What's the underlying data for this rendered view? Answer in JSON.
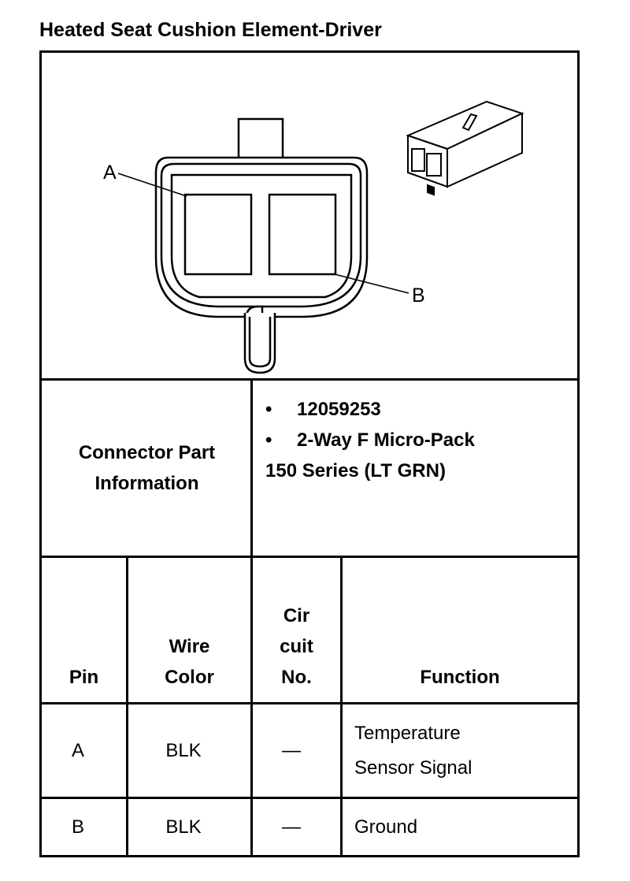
{
  "title": "Heated Seat Cushion Element-Driver",
  "diagram": {
    "callout_a": "A",
    "callout_b": "B"
  },
  "connector_info": {
    "label_line1": "Connector Part",
    "label_line2": "Information",
    "part_number": "12059253",
    "description_line1": "2-Way F Micro-Pack",
    "description_line2": "150 Series (LT GRN)",
    "bullet": "•"
  },
  "table": {
    "headers": {
      "pin": "Pin",
      "wire_color_1": "Wire",
      "wire_color_2": "Color",
      "circuit_1": "Cir",
      "circuit_2": "cuit",
      "circuit_3": "No.",
      "function": "Function"
    },
    "rows": [
      {
        "pin": "A",
        "wire_color": "BLK",
        "circuit": "—",
        "function_1": "Temperature",
        "function_2": "Sensor Signal"
      },
      {
        "pin": "B",
        "wire_color": "BLK",
        "circuit": "—",
        "function_1": "Ground",
        "function_2": ""
      }
    ]
  }
}
